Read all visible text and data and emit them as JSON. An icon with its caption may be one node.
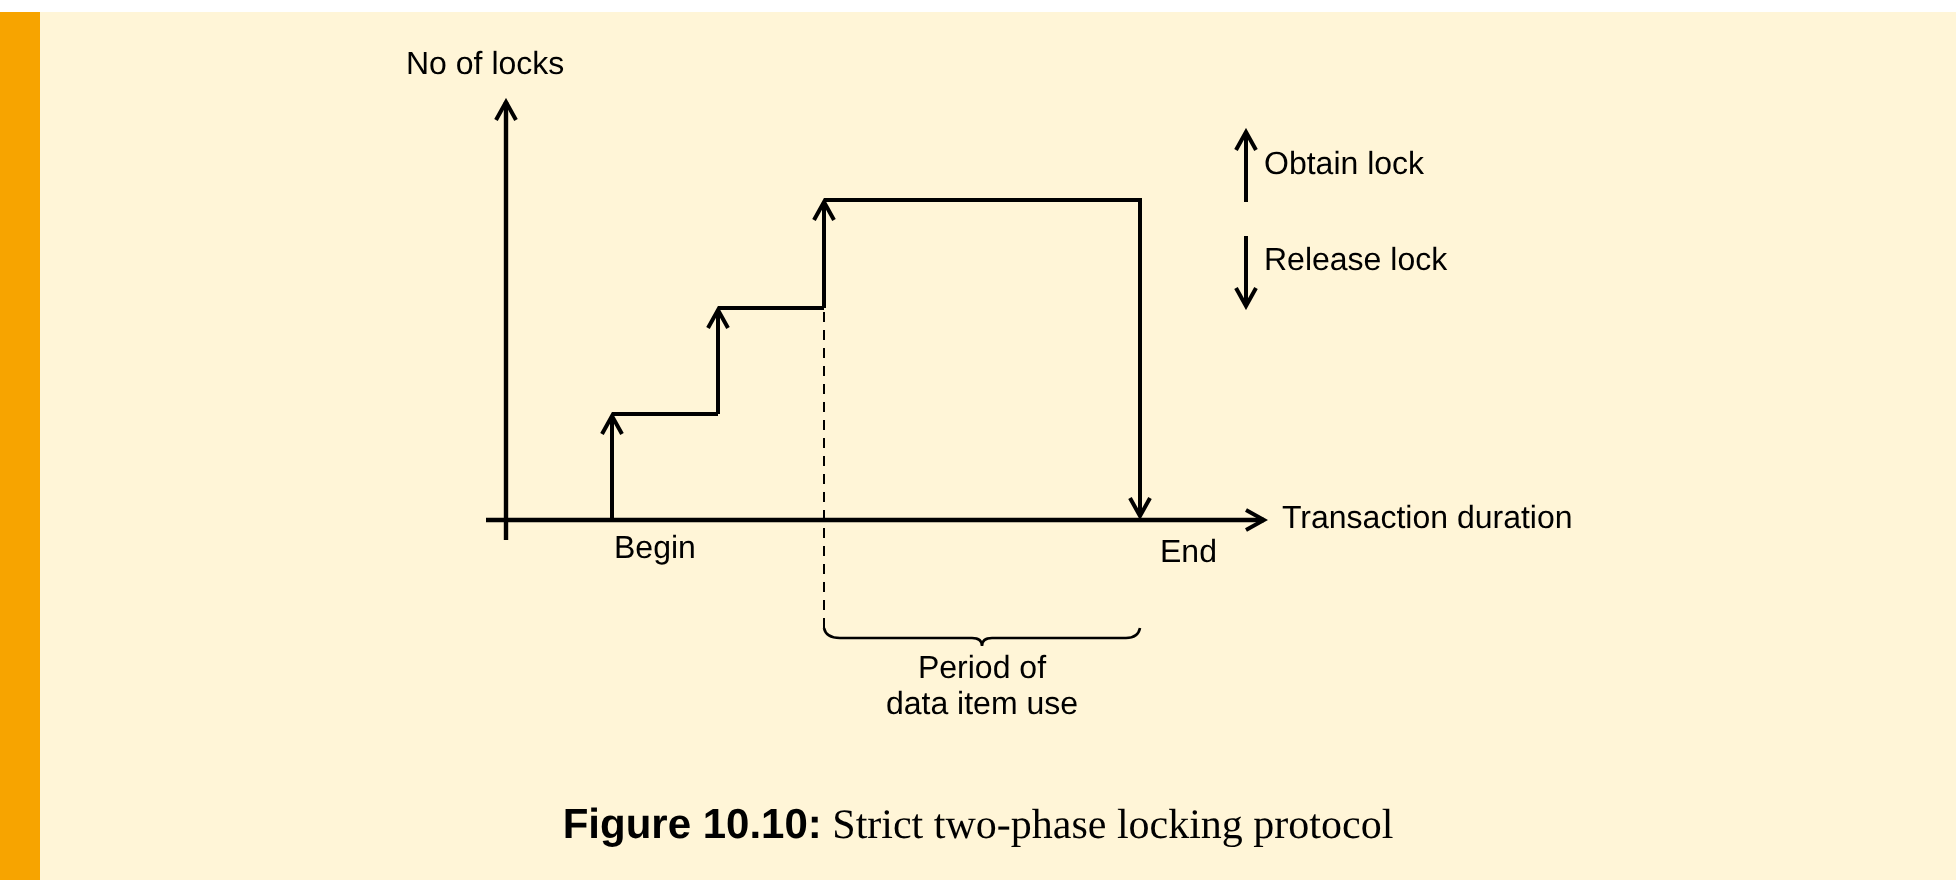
{
  "diagram": {
    "caption": "**Figure 10.10:** Strict two-phase locking protocol",
    "labels": [
      "No of locks",
      "Begin",
      "End",
      "Transaction duration",
      "Period of data item use"
    ],
    "legend": [
      {
        "text": "Obtain lock"
      },
      {
        "text": "Release lock"
      }
    ]
  }
}
